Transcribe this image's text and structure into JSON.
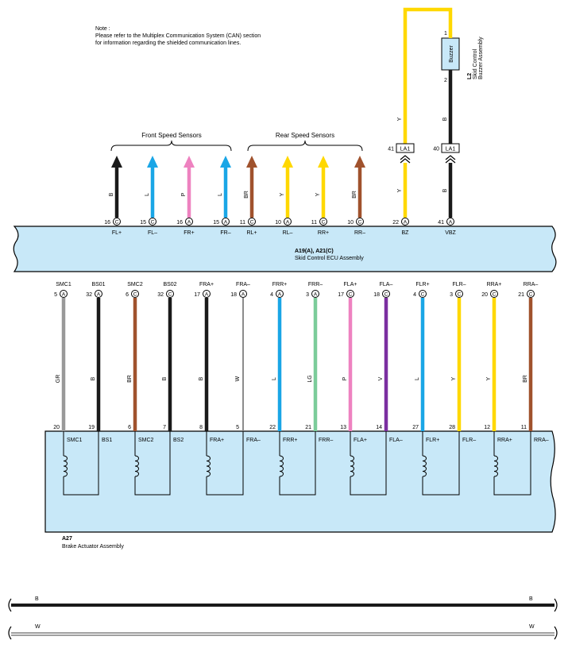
{
  "note": {
    "lines": [
      "Note :",
      "Please refer to the Multiplex Communication System (CAN) section",
      "for information regarding the shielded communication lines."
    ]
  },
  "groups": {
    "front": "Front Speed Sensors",
    "rear": "Rear Speed Sensors"
  },
  "ecu": {
    "code": "A19(A), A21(C)",
    "name": "Skid Control ECU Assembly"
  },
  "actuator": {
    "code": "A27",
    "name": "Brake Actuator Assembly"
  },
  "buzzer": {
    "code": "L2",
    "name_line1": "Skid Control",
    "name_line2": "Buzzer Assembly",
    "label": "Buzzer",
    "pin_top": "1",
    "pin_bottom": "2"
  },
  "colors": {
    "B": "#1a1a1a",
    "L": "#1aa6e6",
    "P": "#ee82c0",
    "BR": "#a0522d",
    "Y": "#ffd800",
    "GR": "#999999",
    "W": "#ffffff",
    "LG": "#7ccc9a",
    "V": "#7b2fa0",
    "ecu_fill": "#c8e8f8"
  },
  "sensor_wires": [
    {
      "color": "B",
      "pin": "16",
      "conn": "C",
      "label": "FL+"
    },
    {
      "color": "L",
      "pin": "15",
      "conn": "C",
      "label": "FL–"
    },
    {
      "color": "P",
      "pin": "16",
      "conn": "A",
      "label": "FR+"
    },
    {
      "color": "L",
      "pin": "15",
      "conn": "A",
      "label": "FR–"
    },
    {
      "color": "BR",
      "pin": "11",
      "conn": "C",
      "label": "RL+"
    },
    {
      "color": "Y",
      "pin": "10",
      "conn": "A",
      "label": "RL–"
    },
    {
      "color": "Y",
      "pin": "11",
      "conn": "C",
      "label": "RR+"
    },
    {
      "color": "BR",
      "pin": "10",
      "conn": "C",
      "label": "RR–"
    }
  ],
  "buzzer_wires": [
    {
      "color": "Y",
      "pin": "22",
      "conn": "A",
      "label": "BZ",
      "splice_pin": "41",
      "splice": "LA1"
    },
    {
      "color": "B",
      "pin": "41",
      "conn": "A",
      "label": "VBZ",
      "splice_pin": "40",
      "splice": "LA1"
    }
  ],
  "actuator_wires": [
    {
      "ecu_label": "SMC1",
      "ecu_pin": "5",
      "conn": "A",
      "color": "GR",
      "act_pin": "20",
      "act_label": "SMC1"
    },
    {
      "ecu_label": "BS01",
      "ecu_pin": "32",
      "conn": "A",
      "color": "B",
      "act_pin": "19",
      "act_label": "BS1"
    },
    {
      "ecu_label": "SMC2",
      "ecu_pin": "6",
      "conn": "C",
      "color": "BR",
      "act_pin": "6",
      "act_label": "SMC2"
    },
    {
      "ecu_label": "BS02",
      "ecu_pin": "32",
      "conn": "C",
      "color": "B",
      "act_pin": "7",
      "act_label": "BS2"
    },
    {
      "ecu_label": "FRA+",
      "ecu_pin": "17",
      "conn": "A",
      "color": "B",
      "act_pin": "8",
      "act_label": "FRA+"
    },
    {
      "ecu_label": "FRA–",
      "ecu_pin": "18",
      "conn": "A",
      "color": "W",
      "act_pin": "5",
      "act_label": "FRA–"
    },
    {
      "ecu_label": "FRR+",
      "ecu_pin": "4",
      "conn": "A",
      "color": "L",
      "act_pin": "22",
      "act_label": "FRR+"
    },
    {
      "ecu_label": "FRR–",
      "ecu_pin": "3",
      "conn": "A",
      "color": "LG",
      "act_pin": "21",
      "act_label": "FRR–"
    },
    {
      "ecu_label": "FLA+",
      "ecu_pin": "17",
      "conn": "C",
      "color": "P",
      "act_pin": "13",
      "act_label": "FLA+"
    },
    {
      "ecu_label": "FLA–",
      "ecu_pin": "18",
      "conn": "C",
      "color": "V",
      "act_pin": "14",
      "act_label": "FLA–"
    },
    {
      "ecu_label": "FLR+",
      "ecu_pin": "4",
      "conn": "C",
      "color": "L",
      "act_pin": "27",
      "act_label": "FLR+"
    },
    {
      "ecu_label": "FLR–",
      "ecu_pin": "3",
      "conn": "C",
      "color": "Y",
      "act_pin": "28",
      "act_label": "FLR–"
    },
    {
      "ecu_label": "RRA+",
      "ecu_pin": "20",
      "conn": "C",
      "color": "Y",
      "act_pin": "12",
      "act_label": "RRA+"
    },
    {
      "ecu_label": "RRA–",
      "ecu_pin": "21",
      "conn": "C",
      "color": "BR",
      "act_pin": "11",
      "act_label": "RRA–"
    }
  ],
  "legend": [
    {
      "label": "B",
      "color": "B"
    },
    {
      "label": "W",
      "color": "W"
    }
  ]
}
